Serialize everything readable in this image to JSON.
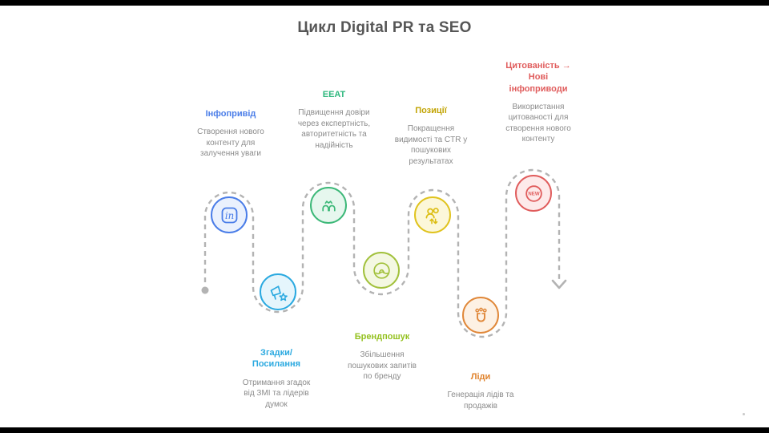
{
  "title": "Цикл Digital PR та SEO",
  "palette": {
    "title_text": "#565656",
    "description_text": "#8b8b8b",
    "path_gray": "#b3b3b3",
    "blue": "#4a7de8",
    "cyan": "#2aa9e0",
    "green": "#2eb77d",
    "lime": "#94c11f",
    "yellow": "#c2a404",
    "orange": "#e0822b",
    "red": "#e05c5c"
  },
  "flow": {
    "start_marker": "dot",
    "end_marker": "arrow-down"
  },
  "stages": [
    {
      "label": "Інфопривід",
      "description": "Створення нового контенту для залучення уваги",
      "color": "#4a7de8",
      "icon": "linkedin-in-icon"
    },
    {
      "label": "Згадки/ Посилання",
      "description": "Отримання згадок від ЗМІ та лідерів думок",
      "color": "#2aa9e0",
      "icon": "megaphone-star-icon"
    },
    {
      "label": "EEAT",
      "description": "Підвищення довіри через експертність, авторитетність та надійність",
      "color": "#2eb77d",
      "icon": "team-crown-icon"
    },
    {
      "label": "Брендпошук",
      "description": "Збільшення пошукових запитів по бренду",
      "color": "#94c11f",
      "icon": "brand-wave-icon"
    },
    {
      "label": "Позиції",
      "description": "Покращення видимості та CTR у пошукових результатах",
      "color": "#c2a404",
      "icon": "people-rank-icon"
    },
    {
      "label": "Ліди",
      "description": "Генерація лідів та продажів",
      "color": "#e0822b",
      "icon": "magnet-leads-icon"
    },
    {
      "label": "Цитованість → Нові інфоприводи",
      "description": "Використання цитованості для створення нового контенту",
      "color": "#e05c5c",
      "icon": "new-badge-icon",
      "badge_text": "NEW"
    }
  ]
}
